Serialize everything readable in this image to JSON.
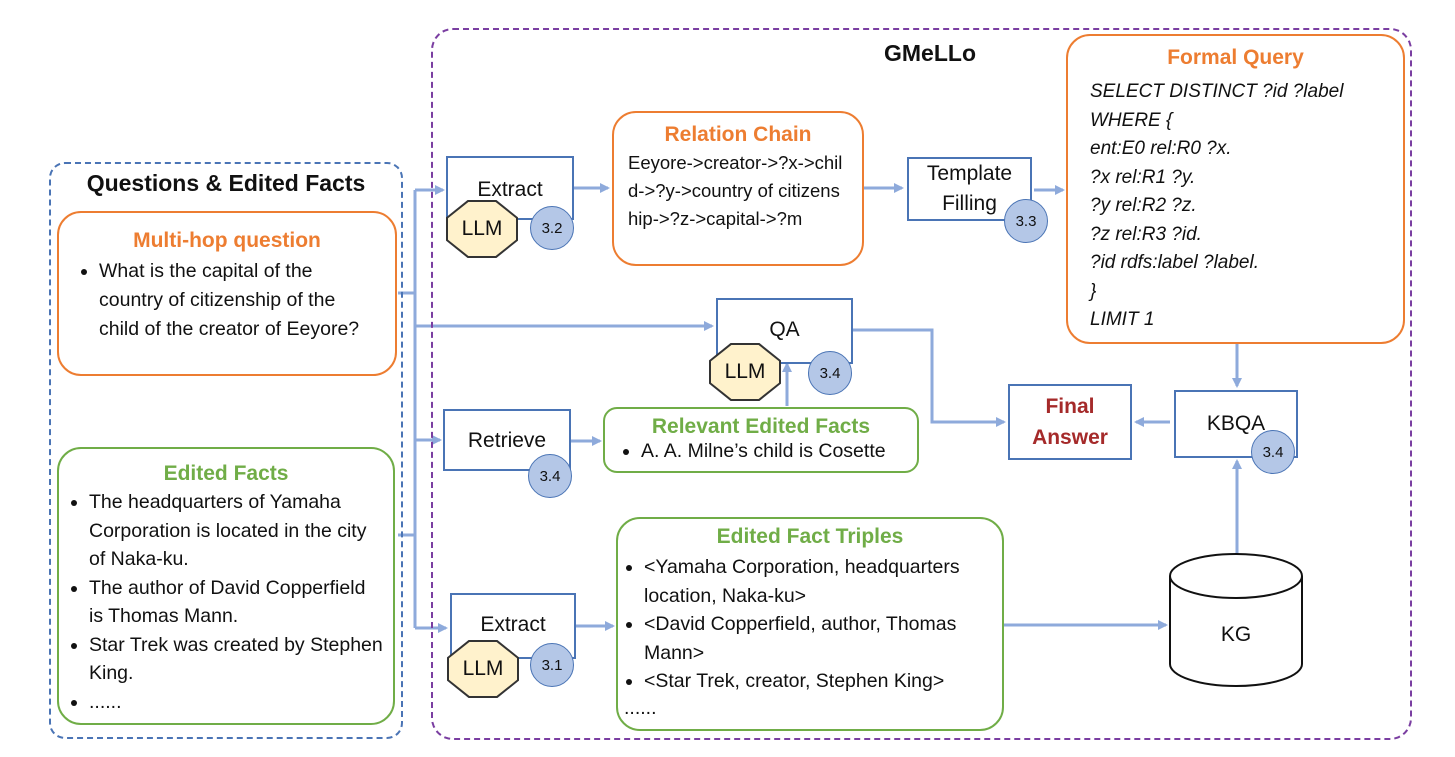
{
  "outer_title": "GMeLLo",
  "questions_panel": {
    "title": "Questions & Edited Facts",
    "multihop": {
      "title": "Multi-hop question",
      "items": [
        "What is the capital of the country of citizenship of the child of the creator of Eeyore?"
      ]
    },
    "edited_facts": {
      "title": "Edited Facts",
      "items": [
        "The headquarters of Yamaha Corporation is located in the city of Naka-ku.",
        "The author of David Copperfield is Thomas Mann.",
        "Star Trek was created by Stephen King.",
        "......"
      ]
    }
  },
  "extract_top": {
    "label": "Extract",
    "llm": "LLM",
    "section": "3.2"
  },
  "relation_chain": {
    "title": "Relation Chain",
    "text": "Eeyore->creator->?x->child->?y->country of citizenship->?z->capital->?m"
  },
  "template_filling": {
    "label": "Template Filling",
    "section": "3.3"
  },
  "formal_query": {
    "title": "Formal Query",
    "lines": [
      "SELECT DISTINCT ?id ?label",
      "WHERE {",
      "ent:E0 rel:R0 ?x.",
      "?x rel:R1 ?y.",
      "?y rel:R2 ?z.",
      "?z rel:R3 ?id.",
      "?id rdfs:label ?label.",
      "}",
      "LIMIT 1"
    ]
  },
  "qa": {
    "label": "QA",
    "llm": "LLM",
    "section": "3.4"
  },
  "retrieve": {
    "label": "Retrieve",
    "section": "3.4"
  },
  "relevant_facts": {
    "title": "Relevant Edited Facts",
    "items": [
      "A. A. Milne’s child is Cosette"
    ]
  },
  "final_answer": {
    "label": "Final Answer"
  },
  "kbqa": {
    "label": "KBQA",
    "section": "3.4"
  },
  "extract_bottom": {
    "label": "Extract",
    "llm": "LLM",
    "section": "3.1"
  },
  "fact_triples": {
    "title": "Edited Fact Triples",
    "items": [
      "<Yamaha Corporation, headquarters location, Naka-ku>",
      "<David Copperfield, author, Thomas Mann>",
      "<Star Trek, creator, Stephen King>"
    ],
    "more": "......"
  },
  "kg": {
    "label": "KG"
  },
  "colors": {
    "orange": "#ed7d31",
    "green": "#70ad47",
    "blue": "#4a74b5",
    "purple": "#7a3ea1",
    "dark_red": "#a52a2a",
    "arrow": "#8eaadb",
    "circle": "#b4c7e7",
    "llm": "#fff2cc"
  }
}
